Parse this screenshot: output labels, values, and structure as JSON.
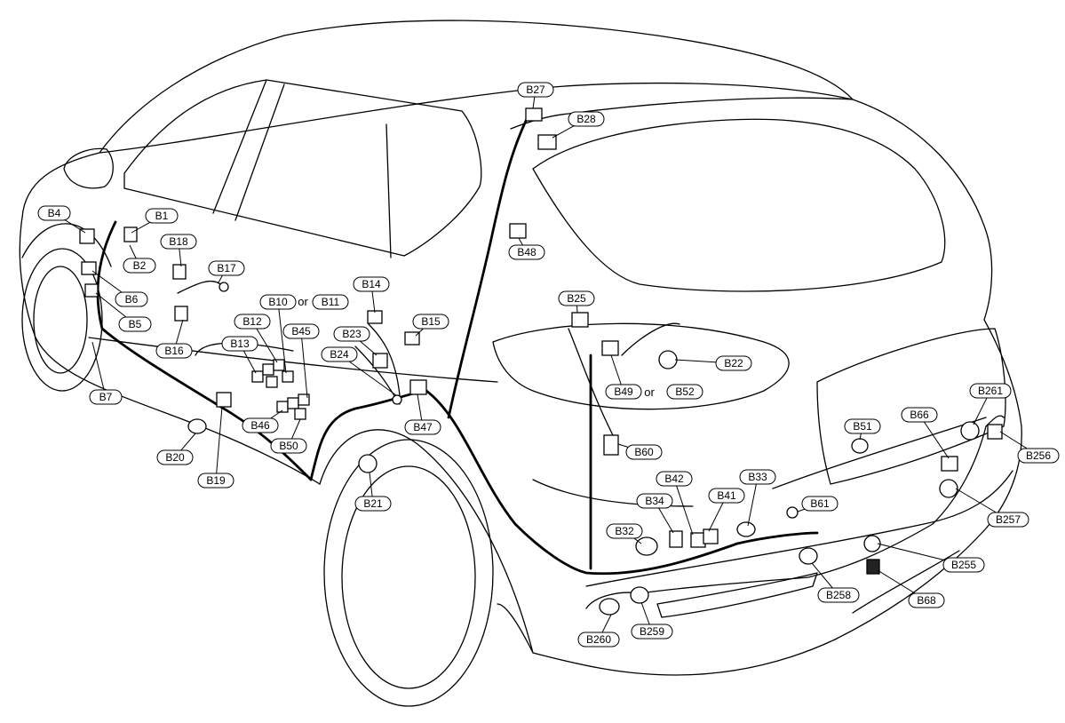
{
  "diagram": {
    "separator_word": "or",
    "connectors": [
      {
        "id": "b1",
        "label": "B1"
      },
      {
        "id": "b2",
        "label": "B2"
      },
      {
        "id": "b4",
        "label": "B4"
      },
      {
        "id": "b5",
        "label": "B5"
      },
      {
        "id": "b6",
        "label": "B6"
      },
      {
        "id": "b7",
        "label": "B7"
      },
      {
        "id": "b10",
        "label": "B10"
      },
      {
        "id": "b11",
        "label": "B11"
      },
      {
        "id": "b12",
        "label": "B12"
      },
      {
        "id": "b13",
        "label": "B13"
      },
      {
        "id": "b14",
        "label": "B14"
      },
      {
        "id": "b15",
        "label": "B15"
      },
      {
        "id": "b16",
        "label": "B16"
      },
      {
        "id": "b17",
        "label": "B17"
      },
      {
        "id": "b18",
        "label": "B18"
      },
      {
        "id": "b19",
        "label": "B19"
      },
      {
        "id": "b20",
        "label": "B20"
      },
      {
        "id": "b21",
        "label": "B21"
      },
      {
        "id": "b22",
        "label": "B22"
      },
      {
        "id": "b23",
        "label": "B23"
      },
      {
        "id": "b24",
        "label": "B24"
      },
      {
        "id": "b25",
        "label": "B25"
      },
      {
        "id": "b27",
        "label": "B27"
      },
      {
        "id": "b28",
        "label": "B28"
      },
      {
        "id": "b32",
        "label": "B32"
      },
      {
        "id": "b33",
        "label": "B33"
      },
      {
        "id": "b34",
        "label": "B34"
      },
      {
        "id": "b41",
        "label": "B41"
      },
      {
        "id": "b42",
        "label": "B42"
      },
      {
        "id": "b45",
        "label": "B45"
      },
      {
        "id": "b46",
        "label": "B46"
      },
      {
        "id": "b47",
        "label": "B47"
      },
      {
        "id": "b48",
        "label": "B48"
      },
      {
        "id": "b49",
        "label": "B49"
      },
      {
        "id": "b50",
        "label": "B50"
      },
      {
        "id": "b51",
        "label": "B51"
      },
      {
        "id": "b52",
        "label": "B52"
      },
      {
        "id": "b60",
        "label": "B60"
      },
      {
        "id": "b61",
        "label": "B61"
      },
      {
        "id": "b66",
        "label": "B66"
      },
      {
        "id": "b68",
        "label": "B68"
      },
      {
        "id": "b255",
        "label": "B255"
      },
      {
        "id": "b256",
        "label": "B256"
      },
      {
        "id": "b257",
        "label": "B257"
      },
      {
        "id": "b258",
        "label": "B258"
      },
      {
        "id": "b259",
        "label": "B259"
      },
      {
        "id": "b260",
        "label": "B260"
      },
      {
        "id": "b261",
        "label": "B261"
      }
    ]
  }
}
